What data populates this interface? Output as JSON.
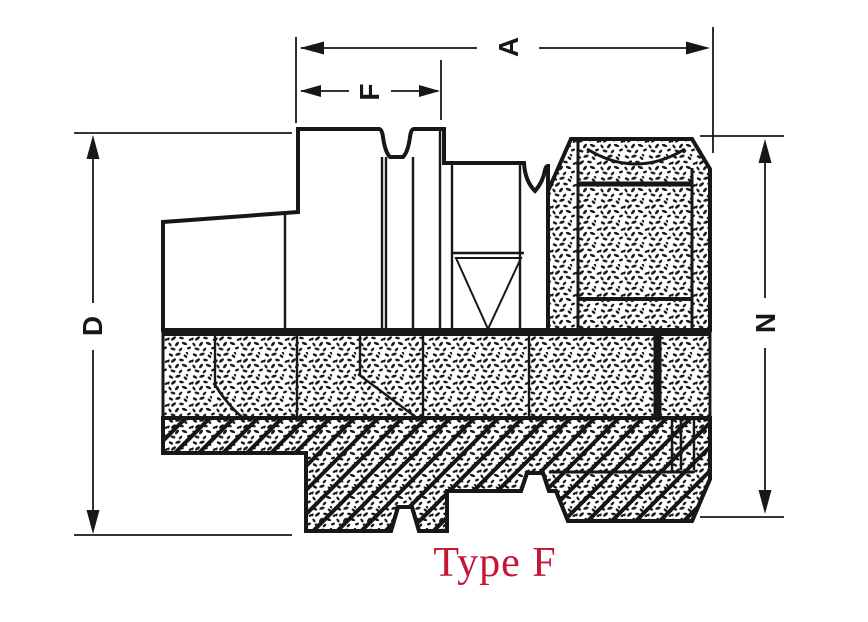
{
  "drawing": {
    "title": "Type F",
    "title_color": "#c51635",
    "ink_color": "#171717",
    "background_color": "#ffffff",
    "labels": {
      "a": "A",
      "f": "F",
      "d": "D",
      "n": "N"
    }
  }
}
